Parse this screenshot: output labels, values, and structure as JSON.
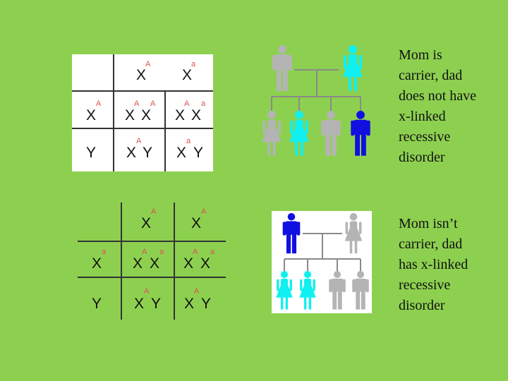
{
  "colors": {
    "background": "#8dd050",
    "affected_male": "#1010e0",
    "carrier_female": "#10f0f0",
    "unaffected": "#b4b4b4",
    "allele_superscript": "#e05050"
  },
  "punnett_top": {
    "mom_cross": [
      "X",
      "X"
    ],
    "mom_alleles": [
      "A",
      "a"
    ],
    "dad_cross": [
      "X",
      "Y"
    ],
    "dad_alleles": [
      "A",
      ""
    ],
    "cells": [
      {
        "base": [
          "X",
          "X"
        ],
        "alleles": [
          "A",
          "A"
        ]
      },
      {
        "base": [
          "X",
          "X"
        ],
        "alleles": [
          "A",
          "a"
        ]
      },
      {
        "base": [
          "X",
          "Y"
        ],
        "alleles": [
          "A",
          ""
        ]
      },
      {
        "base": [
          "X",
          "Y"
        ],
        "alleles": [
          "a",
          ""
        ]
      }
    ]
  },
  "punnett_bottom": {
    "top_header": [
      "X",
      "X"
    ],
    "top_alleles": [
      "A",
      "A"
    ],
    "left_header": [
      "X",
      "Y"
    ],
    "left_alleles": [
      "a",
      ""
    ],
    "cells": [
      {
        "base": [
          "X",
          "X"
        ],
        "alleles": [
          "A",
          "a"
        ]
      },
      {
        "base": [
          "X",
          "X"
        ],
        "alleles": [
          "A",
          "a"
        ]
      },
      {
        "base": [
          "X",
          "Y"
        ],
        "alleles": [
          "A",
          ""
        ]
      },
      {
        "base": [
          "X",
          "Y"
        ],
        "alleles": [
          "A",
          ""
        ]
      }
    ]
  },
  "pedigree_top": {
    "parents": [
      "unaffected-male",
      "carrier-female"
    ],
    "children": [
      "unaffected-female",
      "carrier-female",
      "unaffected-male",
      "affected-male"
    ]
  },
  "pedigree_bottom": {
    "parents": [
      "affected-male",
      "unaffected-female"
    ],
    "children": [
      "carrier-female",
      "carrier-female",
      "unaffected-male",
      "unaffected-male"
    ]
  },
  "caption_top": [
    "Mom is",
    "carrier, dad",
    "does not have",
    "x-linked",
    "recessive",
    "disorder"
  ],
  "caption_bottom": [
    "Mom isn’t",
    "carrier, dad",
    "has x-linked",
    "recessive",
    "disorder"
  ]
}
